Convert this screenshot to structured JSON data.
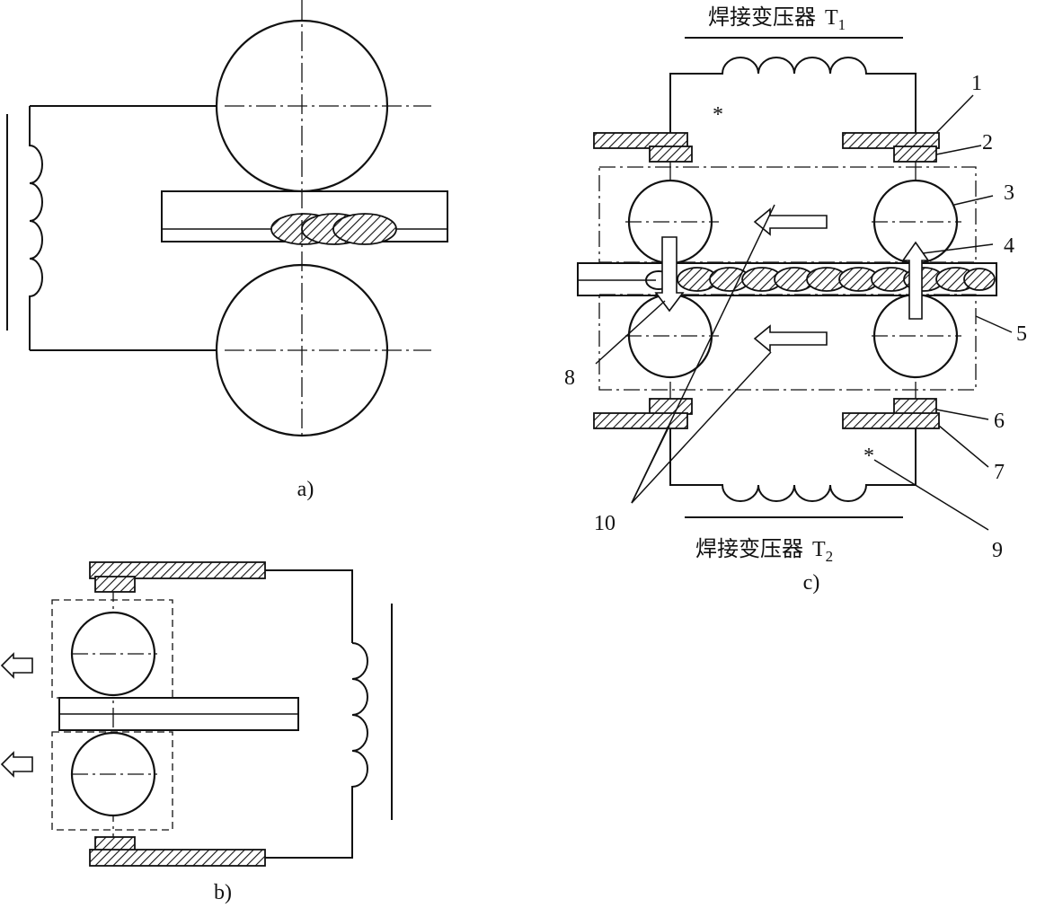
{
  "captions": {
    "a": "a)",
    "b": "b)",
    "c": "c)"
  },
  "transformers": {
    "top_name": "焊接变压器",
    "top_symbol": "T",
    "top_sub": "1",
    "bottom_name": "焊接变压器",
    "bottom_symbol": "T",
    "bottom_sub": "2"
  },
  "polarity_mark": "*",
  "callouts": [
    "1",
    "2",
    "3",
    "4",
    "5",
    "6",
    "7",
    "8",
    "9",
    "10"
  ]
}
